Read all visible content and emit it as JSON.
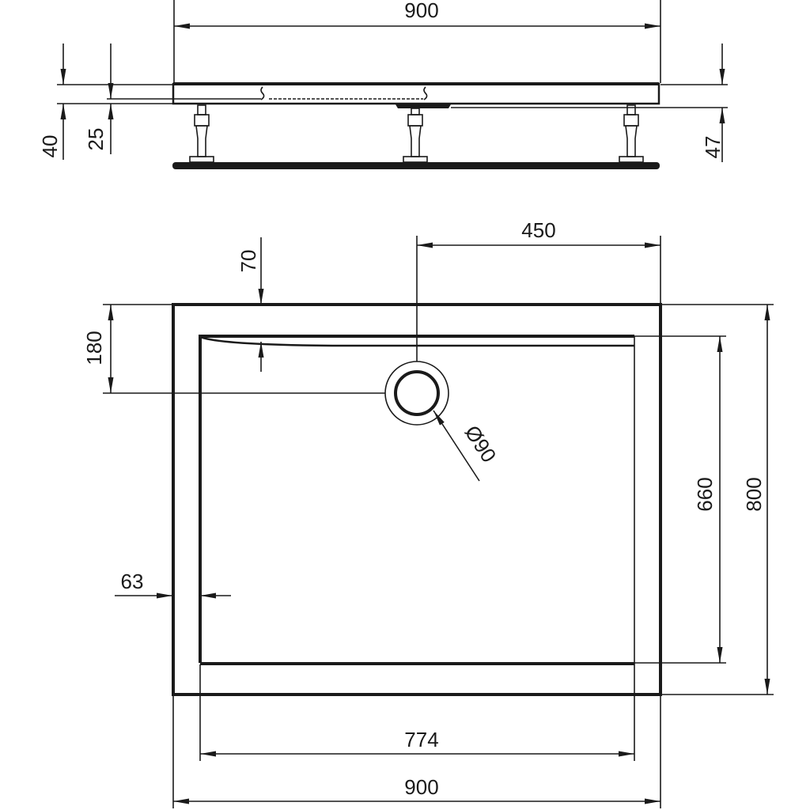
{
  "title": "Shower tray technical drawing 900 x 800",
  "side_view": {
    "overall_width": "900",
    "tray_height": "40",
    "tray_depth": "25",
    "foot_height": "47"
  },
  "plan_view": {
    "drain_offset_x": "450",
    "rim_front_offset": "70",
    "drain_offset_y": "180",
    "drain_diameter": "Ø90",
    "inner_depth": "660",
    "overall_depth": "800",
    "side_rim": "63",
    "inner_width": "774",
    "overall_width": "900"
  },
  "colors": {
    "line": "#1a1a1a",
    "background": "#ffffff"
  }
}
